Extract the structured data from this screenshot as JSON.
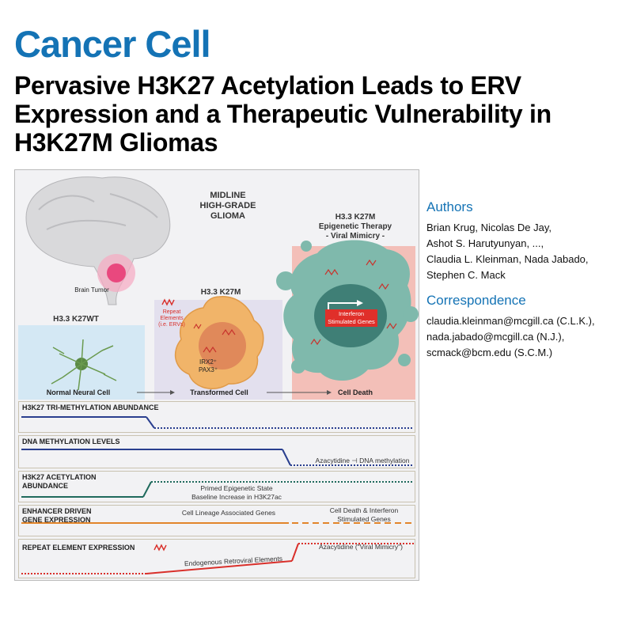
{
  "journal": "Cancer Cell",
  "title": "Pervasive H3K27 Acetylation Leads to ERV Expression and a Therapeutic Vulnerability in H3K27M Gliomas",
  "authors_heading": "Authors",
  "authors_lines": [
    "Brian Krug, Nicolas De Jay,",
    "Ashot S. Harutyunyan, ...,",
    "Claudia L. Kleinman, Nada Jabado,",
    "Stephen C. Mack"
  ],
  "correspondence_heading": "Correspondence",
  "correspondence_lines": [
    "claudia.kleinman@mcgill.ca (C.L.K.),",
    "nada.jabado@mcgill.ca (N.J.),",
    "scmack@bcm.edu (S.C.M.)"
  ],
  "graphical_abstract": {
    "brain_tumor_label": "Brain Tumor",
    "midline_heading": [
      "MIDLINE",
      "HIGH-GRADE",
      "GLIOMA"
    ],
    "wt_heading": "H3.3 K27WT",
    "k27m_heading": "H3.3 K27M",
    "therapy_heading": [
      "H3.3 K27M",
      "Epigenetic Therapy",
      "- Viral Mimicry -"
    ],
    "repeat_elements_label": [
      "Repeat",
      "Elements",
      "(i.e. ERVs)"
    ],
    "cell_markers": [
      "IRX2⁺",
      "PAX3⁺"
    ],
    "interferon_label": [
      "Interferon",
      "Stimulated Genes"
    ],
    "stage_labels": [
      "Normal Neural Cell",
      "Transformed Cell",
      "Cell Death"
    ],
    "colors": {
      "neural_bg": "#d4e8f4",
      "transformed_bg": "#e3e0ee",
      "death_bg": "#f3bfb8",
      "cell_teal": "#7fb9ac",
      "cell_orange": "#f1b469",
      "tumor_pink": "#e9487e",
      "red_box": "#e02f2a"
    },
    "tracks": [
      {
        "title": "H3K27 TRI-METHYLATION ABUNDANCE",
        "notes": []
      },
      {
        "title": "DNA METHYLATION LEVELS",
        "notes": [
          "Azacytidine ⊣ DNA methylation"
        ]
      },
      {
        "title": "H3K27 ACETYLATION\nABUNDANCE",
        "notes": [
          "Primed Epigenetic State\nBaseline Increase in H3K27ac"
        ]
      },
      {
        "title": "ENHANCER DRIVEN\nGENE EXPRESSION",
        "notes": [
          "Cell Lineage Associated Genes",
          "Cell Death & Interferon\nStimulated Genes"
        ]
      },
      {
        "title": "REPEAT ELEMENT EXPRESSION",
        "notes": [
          "Endogenous Retroviral Elements",
          "Azacytidine (\"Viral Mimicry\")"
        ]
      }
    ]
  }
}
